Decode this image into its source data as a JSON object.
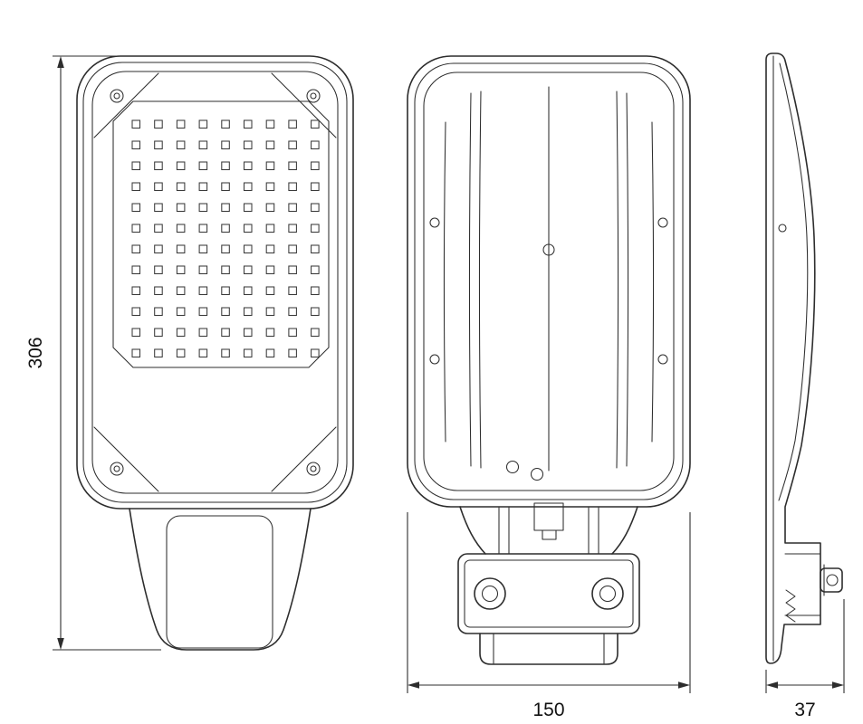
{
  "drawing": {
    "dimensions": {
      "height": "306",
      "width": "150",
      "depth": "37"
    },
    "led_grid": {
      "rows": 12,
      "cols": 9
    }
  }
}
